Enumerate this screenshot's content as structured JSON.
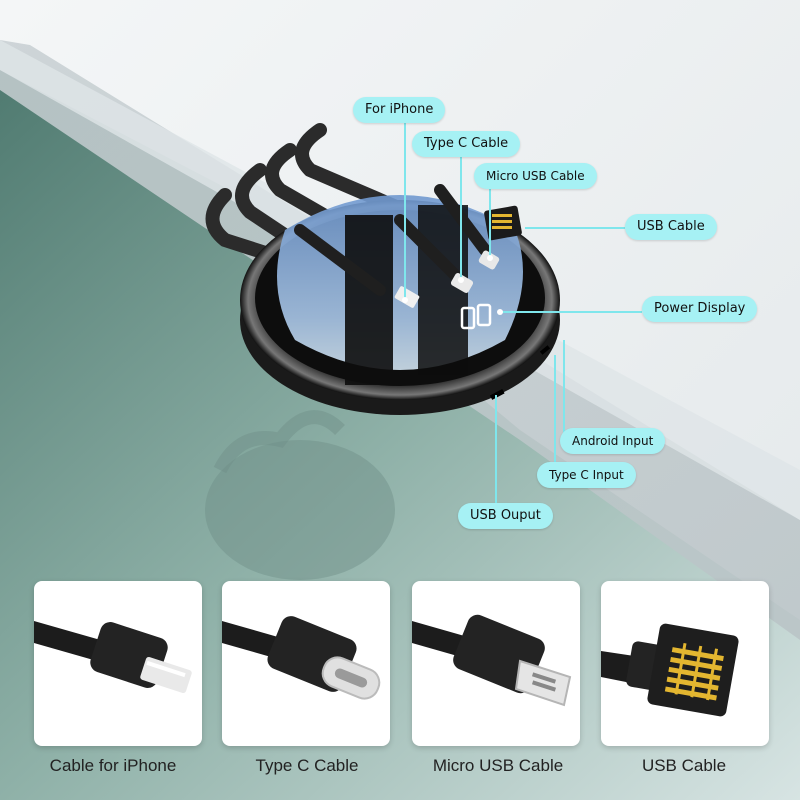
{
  "callouts": {
    "for_iphone": "For iPhone",
    "type_c_cable": "Type C Cable",
    "micro_usb_cable": "Micro USB Cable",
    "usb_cable": "USB Cable",
    "power_display": "Power Display",
    "android_input": "Android Input",
    "type_c_input": "Type C Input",
    "usb_output": "USB Ouput"
  },
  "display_readout": "00",
  "cards": [
    {
      "caption": "Cable for iPhone",
      "connector": "lightning"
    },
    {
      "caption": "Type C Cable",
      "connector": "type-c"
    },
    {
      "caption": "Micro USB Cable",
      "connector": "micro-usb"
    },
    {
      "caption": "USB Cable",
      "connector": "usb-a"
    }
  ],
  "colors": {
    "callout_bg": "#a6f1f4",
    "leader_line": "#7fe6ec",
    "glass_top": "#7da6d8",
    "glass_bottom": "#cfe2f3",
    "usb_contacts": "#e3b630"
  }
}
